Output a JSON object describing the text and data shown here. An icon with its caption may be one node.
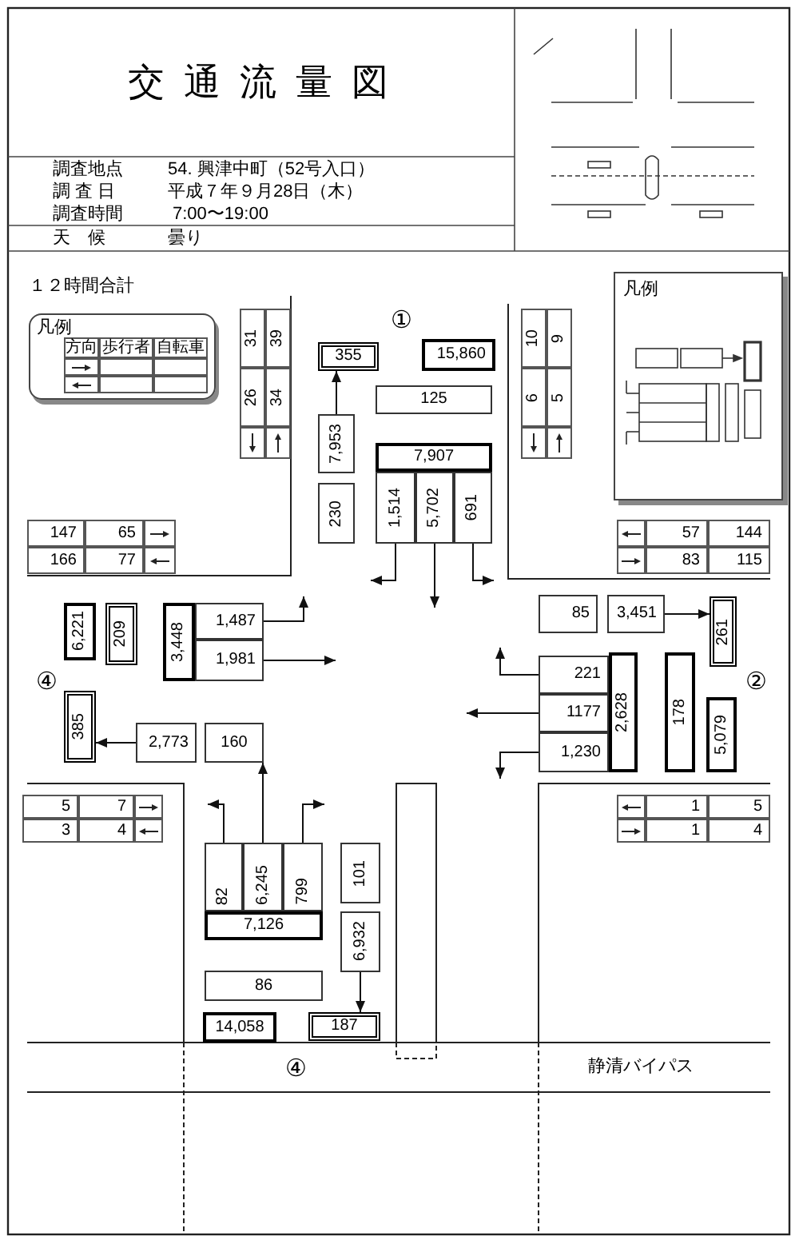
{
  "diagram": {
    "title": "交通流量図",
    "nodes": [
      {
        "text": [
          "355"
        ]
      },
      {
        "text": [
          "15,860"
        ]
      },
      {
        "text": [
          "125"
        ]
      },
      {
        "text": [
          "7,953"
        ]
      },
      {
        "text": [
          "230"
        ]
      },
      {
        "text": [
          "7,907"
        ]
      },
      {
        "text": [
          "1,514"
        ]
      },
      {
        "text": [
          "5,702"
        ]
      },
      {
        "text": [
          "691"
        ]
      },
      {
        "text": [
          "6,221"
        ]
      },
      {
        "text": [
          "209"
        ]
      },
      {
        "text": [
          "3,448"
        ]
      },
      {
        "text": [
          "1,487"
        ]
      },
      {
        "text": [
          "1,981"
        ]
      },
      {
        "text": [
          "385"
        ]
      },
      {
        "text": [
          "2,773"
        ]
      },
      {
        "text": [
          "160"
        ]
      },
      {
        "text": [
          "85"
        ]
      },
      {
        "text": [
          "3,451"
        ]
      },
      {
        "text": [
          "261"
        ]
      },
      {
        "text": [
          "221"
        ]
      },
      {
        "text": [
          "1177"
        ]
      },
      {
        "text": [
          "1,230"
        ]
      },
      {
        "text": [
          "2,628"
        ]
      },
      {
        "text": [
          "178"
        ]
      },
      {
        "text": [
          "5,079"
        ]
      },
      {
        "text": [
          "82"
        ]
      },
      {
        "text": [
          "6,245"
        ]
      },
      {
        "text": [
          "799"
        ]
      },
      {
        "text": [
          "7,126"
        ]
      },
      {
        "text": [
          "101"
        ]
      },
      {
        "text": [
          "6,932"
        ]
      },
      {
        "text": [
          "86"
        ]
      },
      {
        "text": [
          "14,058"
        ]
      },
      {
        "text": [
          "187"
        ]
      }
    ],
    "edges": [
      {
        "from": 3,
        "to": 0,
        "arrow": "to"
      },
      {
        "from": 6,
        "to": null,
        "arrow": "to"
      },
      {
        "from": 7,
        "to": null,
        "arrow": "to"
      },
      {
        "from": 8,
        "to": null,
        "arrow": "to"
      },
      {
        "from": 12,
        "to": null,
        "arrow": "to"
      },
      {
        "from": 13,
        "to": null,
        "arrow": "to"
      },
      {
        "from": 15,
        "to": 14,
        "arrow": "to"
      },
      {
        "from": 18,
        "to": 19,
        "arrow": "to"
      },
      {
        "from": 20,
        "to": null,
        "arrow": "to"
      },
      {
        "from": 21,
        "to": null,
        "arrow": "to"
      },
      {
        "from": 22,
        "to": null,
        "arrow": "to"
      },
      {
        "from": 26,
        "to": null,
        "arrow": "to"
      },
      {
        "from": 27,
        "to": 16,
        "arrow": "to"
      },
      {
        "from": 28,
        "to": null,
        "arrow": "to"
      },
      {
        "from": 31,
        "to": 34,
        "arrow": "to"
      }
    ],
    "labels": [
      "調査地点",
      "54. 興津中町（52号入口）",
      "調 査 日",
      "平成７年９月28日（木）",
      "調査時間",
      "7:00〜19:00",
      "天　候",
      "曇り",
      "１２時間合計",
      "凡例",
      "方向",
      "歩行者",
      "自転車",
      "31",
      "39",
      "26",
      "34",
      "①",
      "10",
      "9",
      "6",
      "5",
      "凡例",
      "147",
      "65",
      "166",
      "77",
      "57",
      "144",
      "83",
      "115",
      "④",
      "②",
      "5",
      "7",
      "3",
      "4",
      "1",
      "5",
      "1",
      "4",
      "④",
      "静清バイパス"
    ]
  }
}
